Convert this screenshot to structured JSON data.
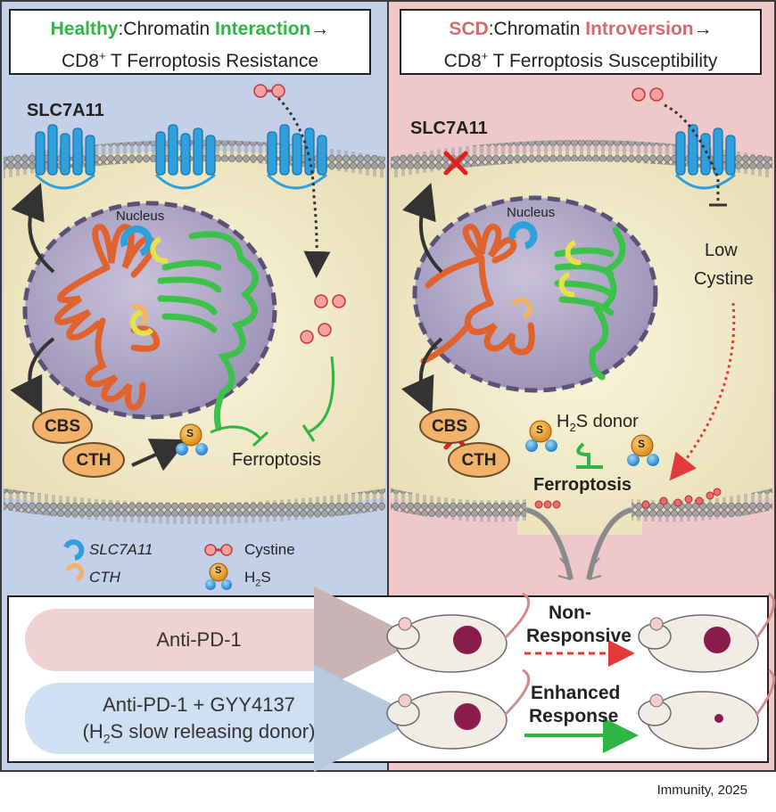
{
  "left_panel": {
    "title_word1": "Healthy",
    "title_mid": ":Chromatin ",
    "title_word2": "Interaction",
    "title_arrow": "→",
    "title_line2_pre": "CD8",
    "title_line2_sup": "+",
    "title_line2_post": " T Ferroptosis Resistance",
    "slc_label": "SLC7A11",
    "nucleus_label": "Nucleus",
    "cbs": "CBS",
    "cth": "CTH",
    "ferroptosis": "Ferroptosis"
  },
  "right_panel": {
    "title_word1": "SCD",
    "title_mid": ":Chromatin ",
    "title_word2": "Introversion",
    "title_arrow": "→",
    "title_line2_pre": "CD8",
    "title_line2_sup": "+",
    "title_line2_post": " T Ferroptosis Susceptibility",
    "slc_label": "SLC7A11",
    "nucleus_label": "Nucleus",
    "low_cystine_1": "Low",
    "low_cystine_2": "Cystine",
    "h2s_donor_pre": "H",
    "h2s_donor_sub": "2",
    "h2s_donor_post": "S donor",
    "cbs": "CBS",
    "cth": "CTH",
    "ferroptosis": "Ferroptosis"
  },
  "legend": {
    "slc7a11": "SLC7A11",
    "cth": "CTH",
    "cystine": "Cystine",
    "h2s_pre": "H",
    "h2s_sub": "2",
    "h2s_post": "S",
    "s_symbol": "S"
  },
  "treatment": {
    "row1_label": "Anti-PD-1",
    "row1_result_1": "Non-",
    "row1_result_2": "Responsive",
    "row2_label_1": "Anti-PD-1 + GYY4137",
    "row2_label_2_pre": "(H",
    "row2_label_2_sub": "2",
    "row2_label_2_post": "S slow releasing donor)",
    "row2_result_1": "Enhanced",
    "row2_result_2": "Response"
  },
  "credit": "Immunity, 2025",
  "colors": {
    "left_bg": "#c4d0e8",
    "right_bg": "#efc9c9",
    "accent_green": "#2fb544",
    "accent_red": "#d46a6a",
    "chromatin_orange": "#e0632e",
    "chromatin_green": "#3cc14a",
    "transporter_blue": "#2fa0dc"
  }
}
